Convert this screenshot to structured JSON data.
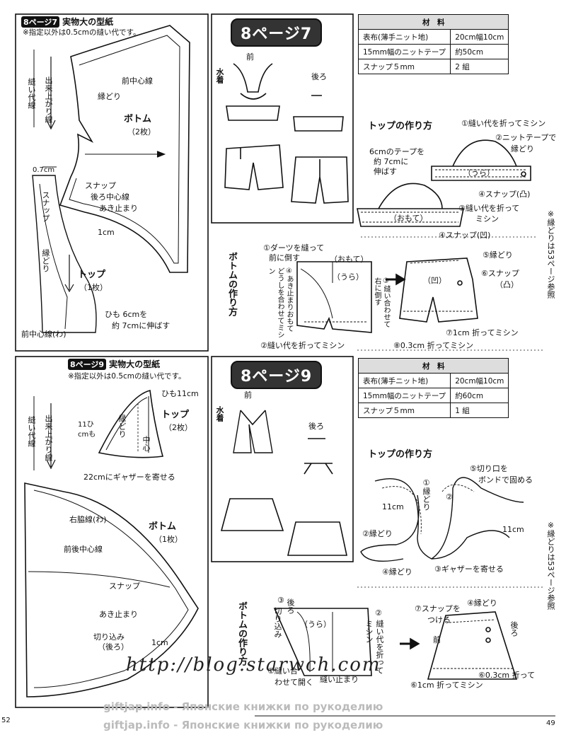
{
  "p7": {
    "pattern_header": "実物大の型紙",
    "pattern_badge": "8ページ7",
    "pattern_note": "※指定以外は0.5cmの縫い代です。",
    "label_sewline": "縫い代線",
    "label_finish": "出来上がり線",
    "label_front_center": "前中心線",
    "label_binding": "縁どり",
    "label_bottom": "ボトム",
    "label_bottom_qty": "（2枚）",
    "label_07": "0.7cm",
    "label_snap": "スナップ",
    "label_back_center": "後ろ中心線",
    "label_opening": "あき止まり",
    "label_snap2": "スナップ",
    "label_binding2": "縁どり",
    "label_1cm": "1cm",
    "label_top": "トップ",
    "label_top_qty": "（1枚）",
    "label_string1": "ひも 6cmを",
    "label_string2": "約 7cmに伸ばす",
    "label_front_center_w": "前中心線(わ)",
    "title": "8ページ7",
    "front": "前",
    "back": "後ろ",
    "swimsuit": "水着",
    "materials_header": "材　料",
    "materials": [
      [
        "表布(薄手ニット地)",
        "20cm幅10cm"
      ],
      [
        "15mm幅のニットテープ",
        "約50cm"
      ],
      [
        "スナップ５mm",
        "2 組"
      ]
    ],
    "top_howto": "トップの作り方",
    "top_s1": "①縫い代を折ってミシン",
    "top_s2a": "②ニットテープで",
    "top_s2b": "縁どり",
    "top_ura": "（うら）",
    "top_omote": "（おもて）",
    "top_tape1": "6cmのテープを",
    "top_tape2": "約 7cmに",
    "top_tape3": "伸ばす",
    "top_s3a": "③縫い代を折って",
    "top_s3b": "ミシン",
    "top_s4a": "④スナップ(凸)",
    "top_s4b": "④スナップ(凹)",
    "side_note": "※縁どりは53ページ参照",
    "bottom_howto": "ボトムの作り方",
    "bot_s1a": "①ダーツを縫って",
    "bot_s1b": "前に倒す",
    "bot_omote": "（おもて）",
    "bot_ura": "（うら）",
    "bot_s4": "④あき止まりおもてどうしを合わせてミシン",
    "bot_s3": "③縫い合わせて右に倒す",
    "bot_s2": "②縫い代を折ってミシン",
    "bot_s5": "⑤縁どり",
    "bot_s6a": "⑥スナップ",
    "bot_s6b": "（凸）",
    "bot_hollow": "（凹）",
    "bot_s7": "⑦1cm 折ってミシン",
    "bot_s8": "⑧0.3cm 折ってミシン"
  },
  "p9": {
    "pattern_badge": "8ページ9",
    "pattern_header": "実物大の型紙",
    "pattern_note": "※指定以外は0.5cmの縫い代です。",
    "label_sewline": "縫い代線",
    "label_finish": "出来上がり線",
    "label_string11": "ひも11cm",
    "label_top": "トップ",
    "label_top_qty": "（2枚）",
    "label_string11b": "11ひ",
    "label_string11c": "cmも",
    "label_binding": "縁どり",
    "label_center": "中心",
    "label_gather": "22cmにギャザーを寄せる",
    "label_side": "右脇線(わ)",
    "label_bottom": "ボトム",
    "label_bottom_qty": "（1枚）",
    "label_fb_center": "前後中心線",
    "label_snap": "スナップ",
    "label_opening": "あき止まり",
    "label_slit1": "切り込み",
    "label_slit2": "（後ろ）",
    "label_1cm": "1cm",
    "title": "8ページ9",
    "front": "前",
    "back": "後ろ",
    "swimsuit": "水着",
    "materials_header": "材　料",
    "materials": [
      [
        "表布(薄手ニット地)",
        "20cm幅10cm"
      ],
      [
        "15mm幅のニットテープ",
        "約60cm"
      ],
      [
        "スナップ５mm",
        "1 組"
      ]
    ],
    "top_howto": "トップの作り方",
    "top_s5a": "⑤切り口を",
    "top_s5b": "ボンドで固める",
    "top_s1": "①縁どり",
    "top_s2": "②",
    "top_11a": "11cm",
    "top_11b": "11cm",
    "top_s2b": "②縁どり",
    "top_s4": "④縁どり",
    "top_s3": "③ギャザーを寄せる",
    "side_note": "※縁どりは53ページ参照",
    "bottom_howto": "ボトムの作り方",
    "bot_s3a": "③",
    "bot_s3b": "切り込み",
    "bot_back": "後ろ",
    "bot_ura": "（うら）",
    "bot_s2a": "②",
    "bot_s2b": "縫い代を折って",
    "bot_s2c": "ミシン",
    "bot_s7a": "⑦スナップを",
    "bot_s7b": "つける",
    "bot_s4": "④縁どり",
    "bot_back2": "後ろ",
    "bot_front": "前",
    "bot_s1a": "①縫い合",
    "bot_s1b": "わせて開く",
    "bot_stop": "縫い止まり",
    "bot_s6a": "⑥0.3cm 折って",
    "bot_s6b": "⑥1cm 折ってミシン"
  },
  "page_left": "52",
  "page_right": "49",
  "watermark_url": "http://blog.starwch.com",
  "watermark_1": "giftjap.info - Японские книжки по рукоделию",
  "watermark_2": "giftjap.info - Японские книжки по рукоделию"
}
